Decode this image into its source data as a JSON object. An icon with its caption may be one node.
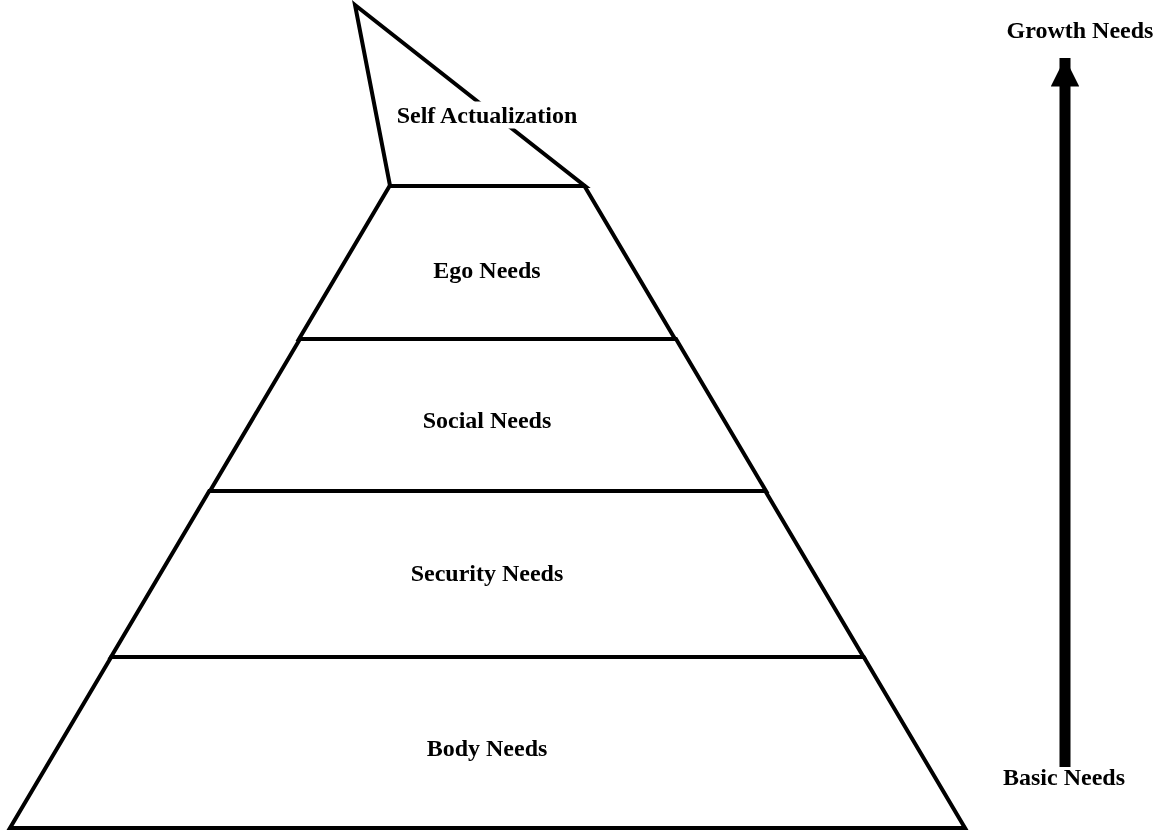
{
  "diagram": {
    "nodes": [
      {
        "text": [
          "Self Actualization"
        ]
      },
      {
        "text": [
          "Ego Needs"
        ]
      },
      {
        "text": [
          "Social Needs"
        ]
      },
      {
        "text": [
          "Security Needs"
        ]
      },
      {
        "text": [
          "Body Needs"
        ]
      },
      {
        "text": [
          "Growth Needs"
        ]
      },
      {
        "text": [
          "Basic Needs"
        ]
      }
    ],
    "edges": [
      {
        "from": 6,
        "to": 5,
        "arrow": "to"
      }
    ]
  }
}
